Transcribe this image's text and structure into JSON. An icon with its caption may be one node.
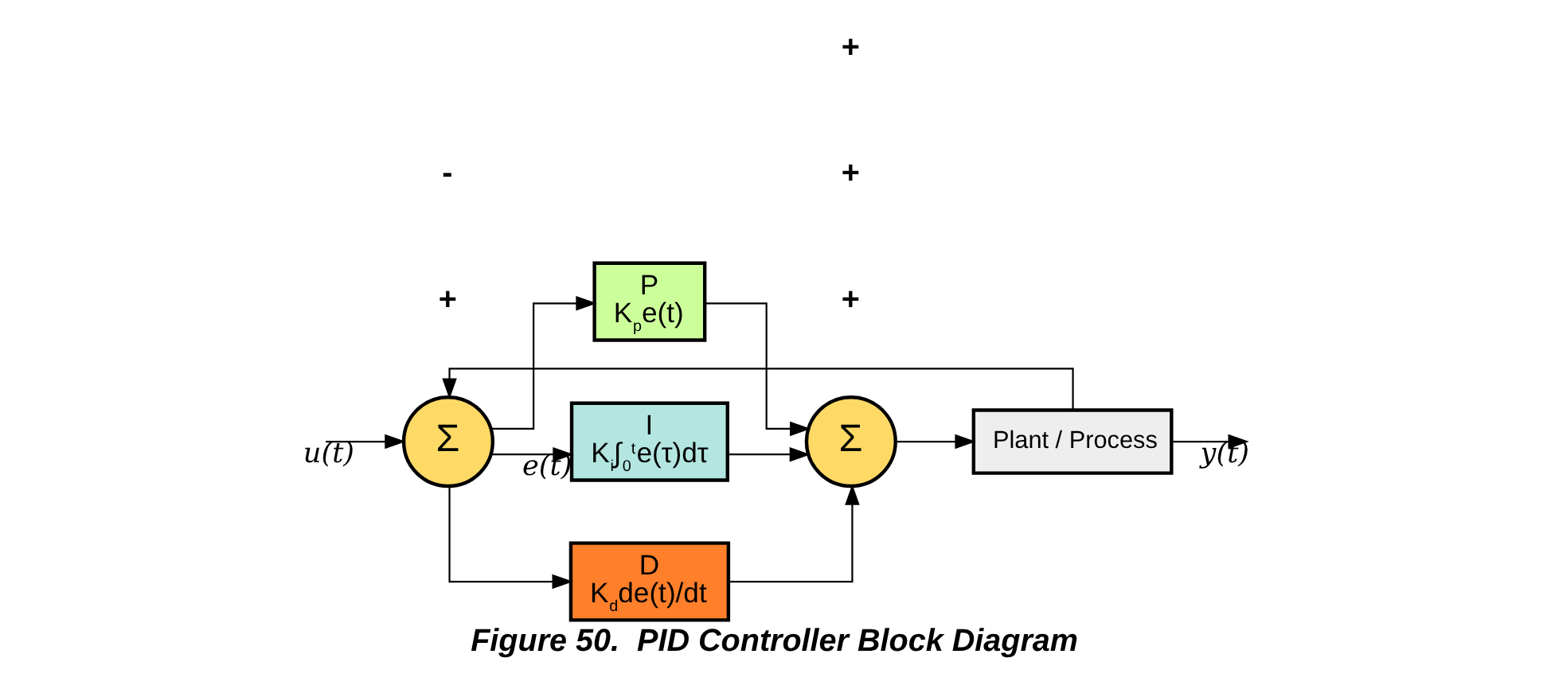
{
  "diagram": {
    "caption": "Figure 50.  PID Controller Block Diagram",
    "nodes": [
      {
        "text": [
          "Σ"
        ]
      },
      {
        "text": [
          "P",
          "K$_{p}$e(t)"
        ]
      },
      {
        "text": [
          "I",
          "K$_{i}$∫$_{0}$$^{t}$e(τ)dτ"
        ]
      },
      {
        "text": [
          "D",
          "K$_{d}$de(t)/dt"
        ]
      },
      {
        "text": [
          "Σ"
        ]
      },
      {
        "text": [
          "Plant / Process"
        ]
      }
    ],
    "edges": [
      {
        "from": null,
        "to": 0,
        "arrow": "to",
        "label": "u(t)"
      },
      {
        "from": 0,
        "to": 1,
        "arrow": "to"
      },
      {
        "from": 0,
        "to": 2,
        "arrow": "to",
        "label": "e(t)"
      },
      {
        "from": 0,
        "to": 3,
        "arrow": "to"
      },
      {
        "from": 1,
        "to": 4,
        "arrow": "to"
      },
      {
        "from": 2,
        "to": 4,
        "arrow": "to"
      },
      {
        "from": 3,
        "to": 4,
        "arrow": "to"
      },
      {
        "from": 4,
        "to": 5,
        "arrow": "to"
      },
      {
        "from": 5,
        "to": null,
        "arrow": "to",
        "label": "y(t)"
      },
      {
        "from": 5,
        "to": 0,
        "arrow": "to"
      }
    ],
    "labels": [
      "+",
      "-",
      "+",
      "+",
      "+"
    ]
  }
}
